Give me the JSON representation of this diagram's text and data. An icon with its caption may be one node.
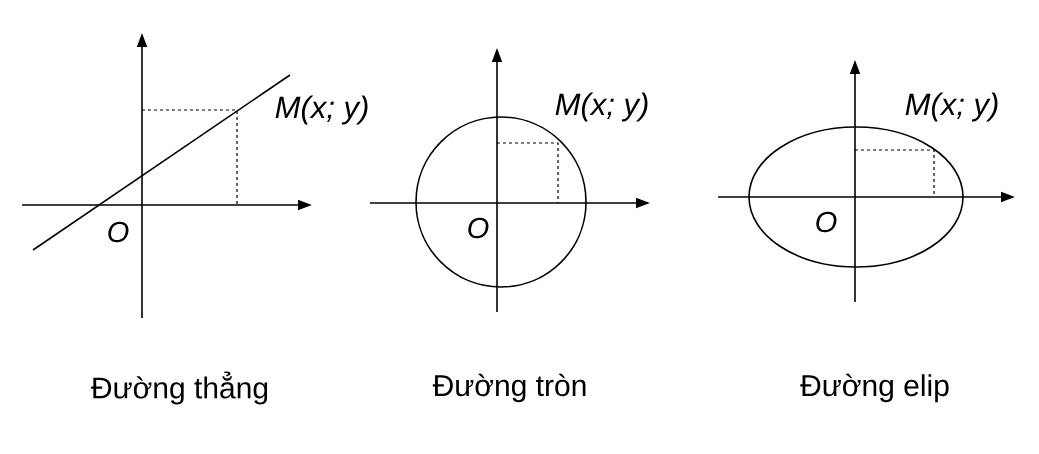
{
  "diagram": {
    "labels": [
      "M(x; y)",
      "M(x; y)",
      "M(x; y)",
      "O",
      "O",
      "O",
      "Đường thẳng",
      "Đường tròn",
      "Đường elip"
    ]
  }
}
